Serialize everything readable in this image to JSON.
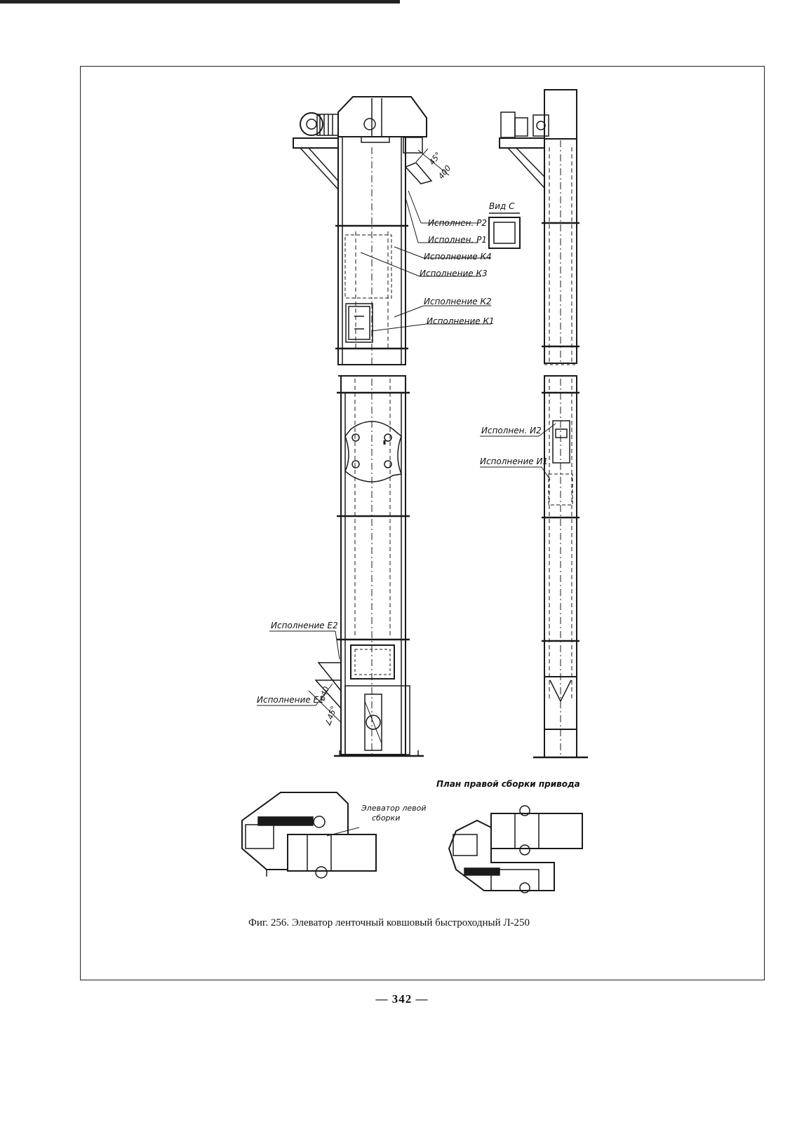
{
  "figure": {
    "caption": "Фиг. 256. Элеватор ленточный ковшовый быстроходный Л-250",
    "page_number": "— 342 —"
  },
  "labels": {
    "p2": "Исполнен. Р2",
    "p1": "Исполнен. Р1",
    "k4": "Исполнение К4",
    "k3": "Исполнение К3",
    "k2": "Исполнение К2",
    "k1": "Исполнение К1",
    "vid_c": "Вид С",
    "i2": "Исполнен. И2",
    "i1": "Исполнение И1",
    "e2": "Исполнение Е2",
    "e1": "Исполнение Е1",
    "plan_right": "План правой сборки привода",
    "left_assembly_1": "Элеватор левой",
    "left_assembly_2": "сборки"
  },
  "dimensions": {
    "angle": "45°",
    "length": "400",
    "dia": "ø40",
    "angle_bottom": "∠45°"
  }
}
